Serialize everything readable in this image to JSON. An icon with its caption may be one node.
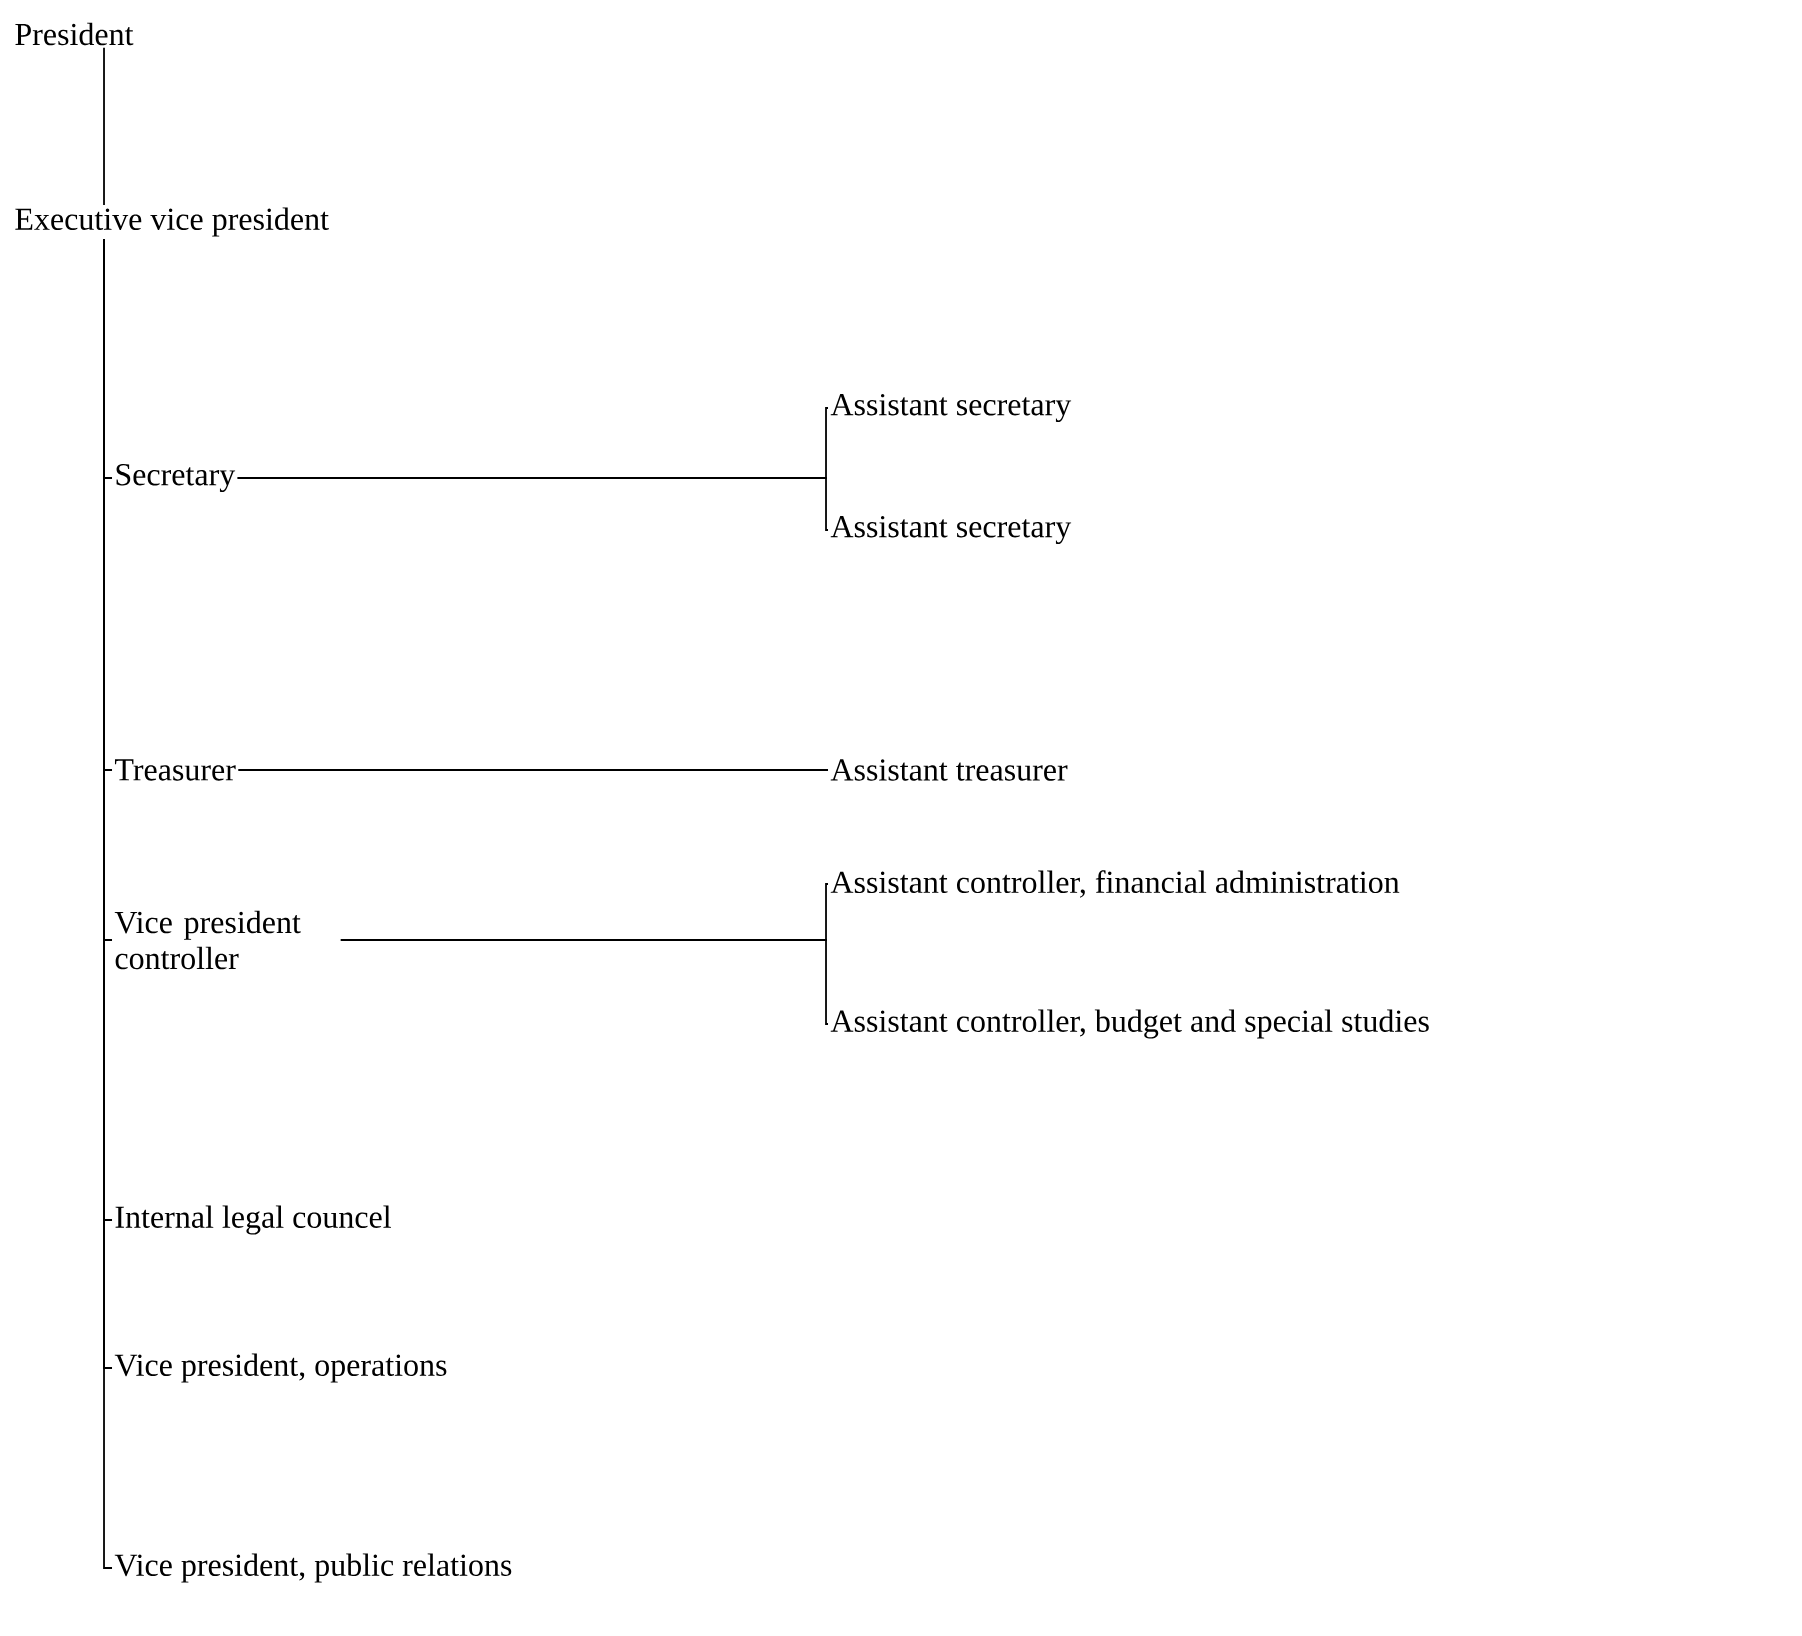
{
  "diagram": {
    "nodes": [
      {
        "text": [
          "President"
        ]
      },
      {
        "text": [
          "Executive vice president"
        ]
      },
      {
        "text": [
          "Secretary"
        ]
      },
      {
        "text": [
          "Assistant secretary"
        ]
      },
      {
        "text": [
          "Assistant secretary"
        ]
      },
      {
        "text": [
          "Treasurer"
        ]
      },
      {
        "text": [
          "Assistant treasurer"
        ]
      },
      {
        "text": [
          "Vice president controller"
        ]
      },
      {
        "text": [
          "Assistant controller, financial administration"
        ]
      },
      {
        "text": [
          "Assistant controller, budget and special studies"
        ]
      },
      {
        "text": [
          "Internal legal councel"
        ]
      },
      {
        "text": [
          "Vice president, operations"
        ]
      },
      {
        "text": [
          "Vice president, public relations"
        ]
      }
    ],
    "edges": [
      {
        "from": 0,
        "to": 1,
        "arrow": "none"
      },
      {
        "from": 1,
        "to": 2,
        "arrow": "none"
      },
      {
        "from": 2,
        "to": 3,
        "arrow": "none"
      },
      {
        "from": 2,
        "to": 4,
        "arrow": "none"
      },
      {
        "from": 1,
        "to": 5,
        "arrow": "none"
      },
      {
        "from": 5,
        "to": 6,
        "arrow": "none"
      },
      {
        "from": 1,
        "to": 7,
        "arrow": "none"
      },
      {
        "from": 7,
        "to": 8,
        "arrow": "none"
      },
      {
        "from": 7,
        "to": 9,
        "arrow": "none"
      },
      {
        "from": 1,
        "to": 10,
        "arrow": "none"
      },
      {
        "from": 1,
        "to": 11,
        "arrow": "none"
      },
      {
        "from": 1,
        "to": 12,
        "arrow": "none"
      }
    ]
  }
}
